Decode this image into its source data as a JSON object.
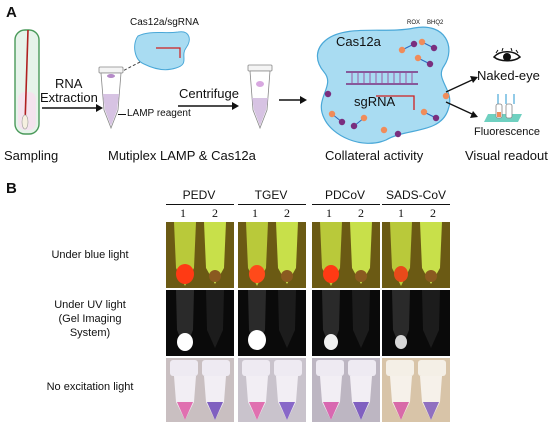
{
  "panel_a": {
    "letter": "A",
    "steps": {
      "sampling": "Sampling",
      "rna_extraction_line1": "RNA",
      "rna_extraction_line2": "Extraction",
      "lamp_reagent": "LAMP reagent",
      "cas12a_sgrna": "Cas12a/sgRNA",
      "centrifuge": "Centrifuge",
      "multiplex": "Mutiplex LAMP & Cas12a",
      "cas12a": "Cas12a",
      "sgrna": "sgRNA",
      "rox": "ROX",
      "bhq2": "BHQ2",
      "collateral": "Collateral activity",
      "naked_eye": "Naked-eye",
      "fluorescence": "Fluorescence",
      "visual_readout": "Visual readout"
    }
  },
  "panel_b": {
    "letter": "B",
    "columns": [
      {
        "name": "PEDV",
        "lanes": [
          "1",
          "2"
        ]
      },
      {
        "name": "TGEV",
        "lanes": [
          "1",
          "2"
        ]
      },
      {
        "name": "PDCoV",
        "lanes": [
          "1",
          "2"
        ]
      },
      {
        "name": "SADS-CoV",
        "lanes": [
          "1",
          "2"
        ]
      }
    ],
    "rows": [
      {
        "label_lines": [
          "Under blue light"
        ]
      },
      {
        "label_lines": [
          "Under UV light",
          "(Gel Imaging",
          "System)"
        ]
      },
      {
        "label_lines": [
          "No excitation light"
        ]
      }
    ]
  },
  "colors": {
    "blob": "#a9dcf2",
    "blob_stroke": "#4aa8d8",
    "probe_orange": "#f08c5a",
    "probe_purple": "#7a2e7e",
    "purple_reagent": "#b58ac8",
    "blue_light_bg": "#6b5a14",
    "uv_bg": "#0a0a0a",
    "plain_bg": "#c9bfc1",
    "fluor_red": "#ff3a14",
    "tube_yellow_green": "#c8e04a"
  }
}
